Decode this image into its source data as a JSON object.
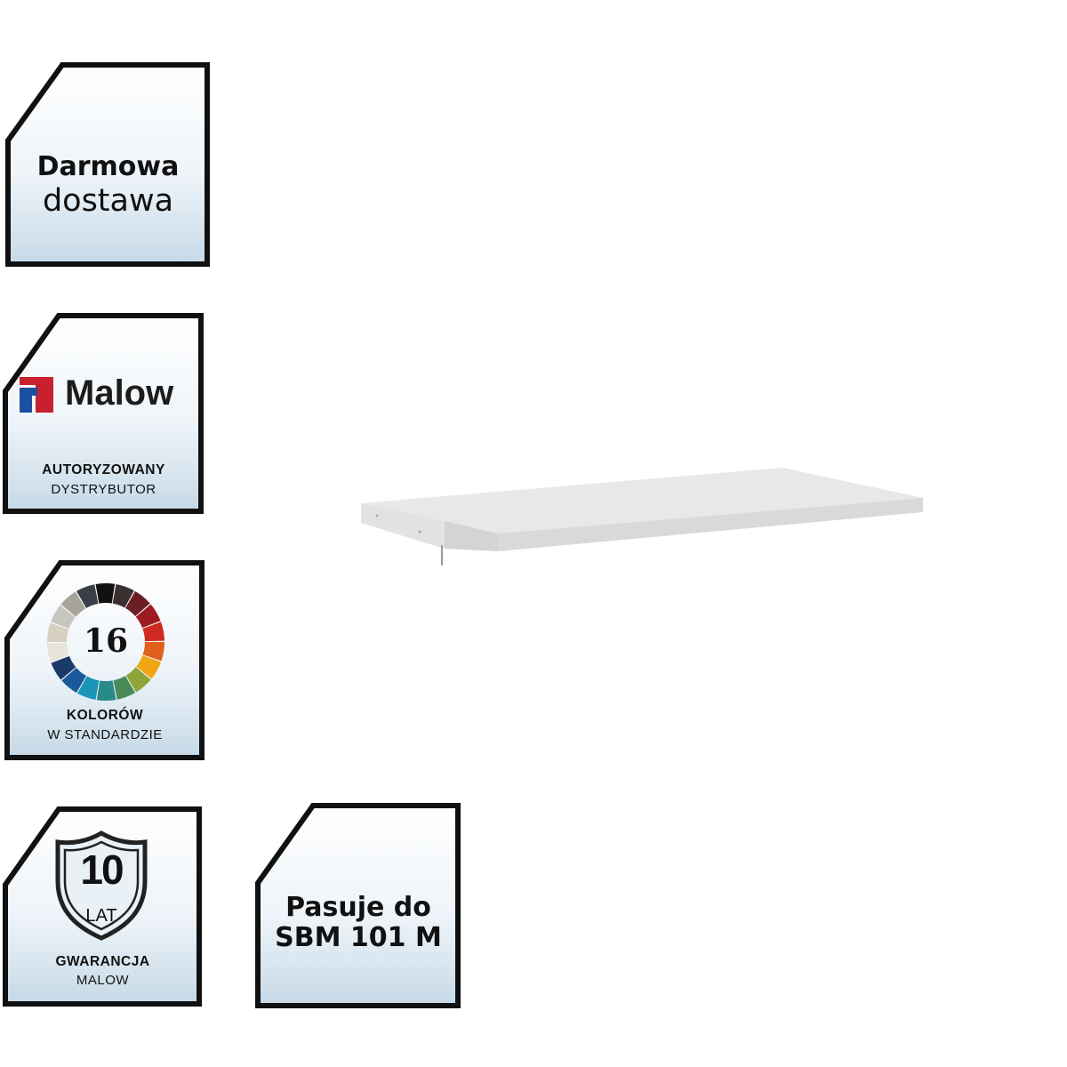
{
  "badges": {
    "delivery": {
      "line1": "Darmowa",
      "line2": "dostawa"
    },
    "distributor": {
      "brand": "Malow",
      "line1": "AUTORYZOWANY",
      "line2": "DYSTRYBUTOR"
    },
    "colors": {
      "number": "16",
      "line1": "KOLORÓW",
      "line2": "W STANDARDZIE",
      "palette": [
        "#111111",
        "#3a3030",
        "#6b1f22",
        "#9c1c22",
        "#cf2a22",
        "#e0601a",
        "#f0a512",
        "#8fa53a",
        "#4a8a5a",
        "#2a8a8a",
        "#1a95b5",
        "#1a5a9a",
        "#1a3a6a",
        "#e8e4dc",
        "#d8d0c0",
        "#c8c6c0",
        "#a8a49a",
        "#3a3f48"
      ]
    },
    "warranty": {
      "number": "10",
      "unit": "LAT",
      "line1": "GWARANCJA",
      "line2": "MALOW"
    },
    "compatible": {
      "line1": "Pasuje do",
      "line2": "SBM 101 M"
    }
  },
  "colors": {
    "frame": "#111111",
    "badge_top": "#ffffff",
    "badge_bottom": "#c9dbe8",
    "shelf": "#e6e6e6"
  }
}
